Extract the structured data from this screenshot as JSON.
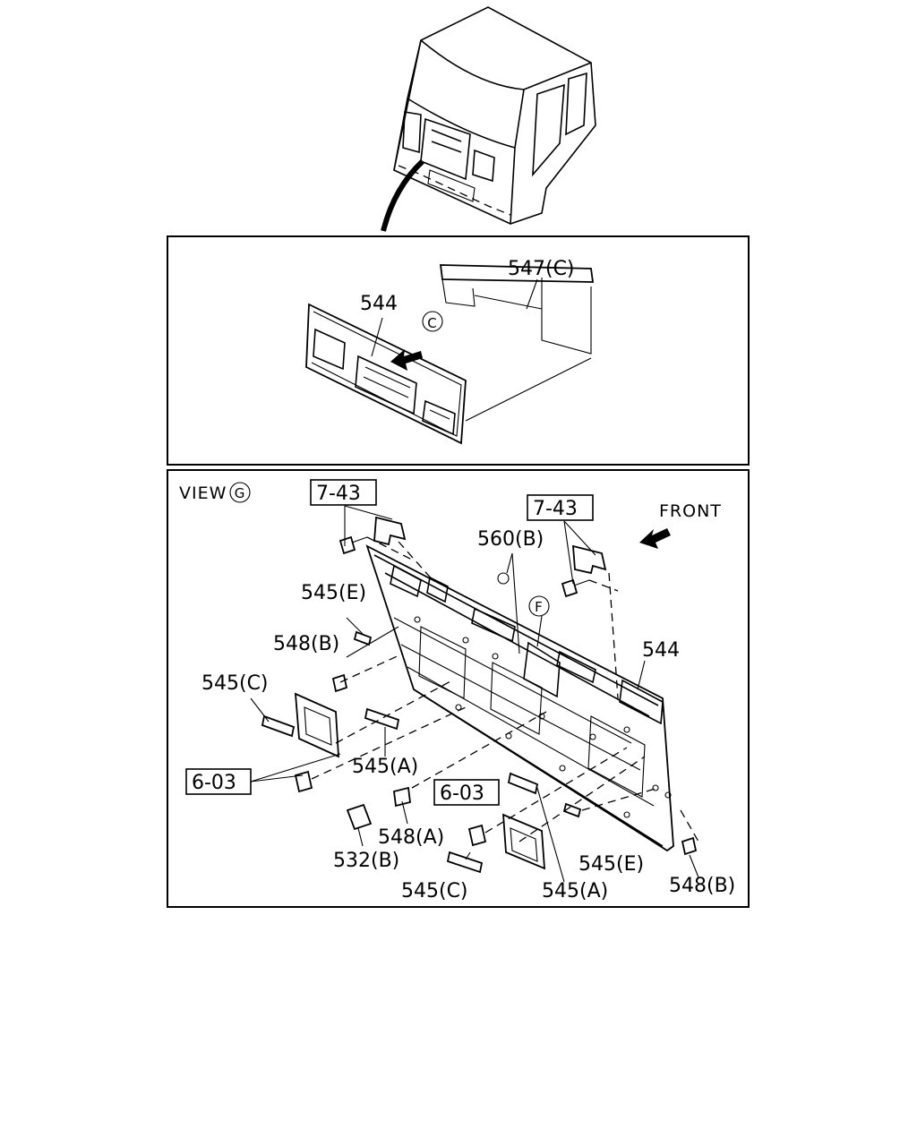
{
  "callouts": {
    "top": {
      "grille": "544",
      "seal": "547(C)",
      "direction_marker": "C"
    },
    "view": {
      "title": "VIEW",
      "view_marker": "G",
      "front_label": "FRONT",
      "ref_7_43_left": "7-43",
      "ref_7_43_right": "7-43",
      "ref_6_03_left": "6-03",
      "ref_6_03_right": "6-03",
      "p_560b": "560(B)",
      "marker_f": "F",
      "p_545e_top": "545(E)",
      "p_548b_left": "548(B)",
      "p_545c_left": "545(C)",
      "p_544": "544",
      "p_545a_left": "545(A)",
      "p_548a": "548(A)",
      "p_532b": "532(B)",
      "p_545c_bottom": "545(C)",
      "p_545a_bottom": "545(A)",
      "p_545e_right": "545(E)",
      "p_548b_right": "548(B)"
    }
  }
}
